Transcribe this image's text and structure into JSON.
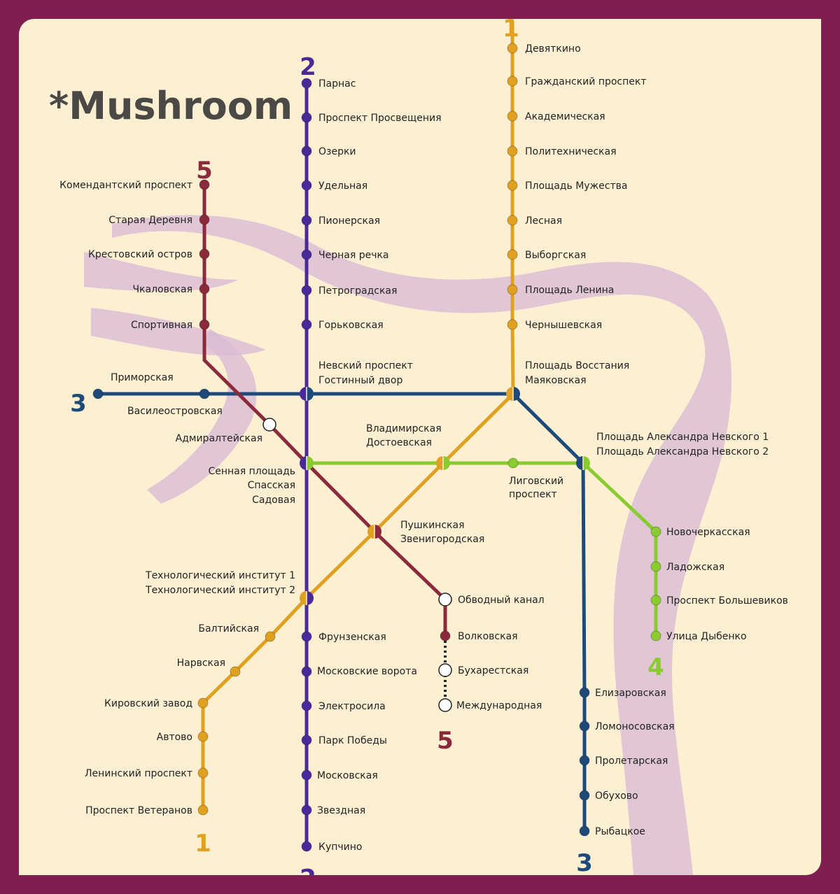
{
  "watermark": "*Mushroom",
  "colors": {
    "border": "#7e1f4f",
    "background": "#fdf0d2",
    "river": "#d9bcd6"
  },
  "lines": [
    {
      "number": "1",
      "color": "#e0a020",
      "stations": [
        "Девяткино",
        "Гражданский проспект",
        "Академическая",
        "Политехническая",
        "Площадь Мужества",
        "Лесная",
        "Выборгская",
        "Площадь Ленина",
        "Чернышевская",
        "Площадь Восстания",
        "Владимирская",
        "Пушкинская",
        "Технологический институт 1",
        "Балтийская",
        "Нарвская",
        "Кировский завод",
        "Автово",
        "Ленинский проспект",
        "Проспект Ветеранов"
      ]
    },
    {
      "number": "2",
      "color": "#4a2a9a",
      "stations": [
        "Парнас",
        "Проспект Просвещения",
        "Озерки",
        "Удельная",
        "Пионерская",
        "Черная речка",
        "Петроградская",
        "Горьковская",
        "Невский проспект",
        "Сенная площадь",
        "Технологический институт 2",
        "Фрунзенская",
        "Московские ворота",
        "Электросила",
        "Парк Победы",
        "Московская",
        "Звездная",
        "Купчино"
      ]
    },
    {
      "number": "3",
      "color": "#1e4a7a",
      "stations": [
        "Приморская",
        "Василеостровская",
        "Гостинный двор",
        "Маяковская",
        "Площадь Александра Невского 1",
        "Елизаровская",
        "Ломоносовская",
        "Пролетарская",
        "Обухово",
        "Рыбацкое"
      ]
    },
    {
      "number": "4",
      "color": "#8acc30",
      "stations": [
        "Спасская",
        "Достоевская",
        "Лиговский проспект",
        "Площадь Александра Невского 2",
        "Новочеркасская",
        "Ладожская",
        "Проспект Большевиков",
        "Улица Дыбенко"
      ]
    },
    {
      "number": "5",
      "color": "#8a2a3a",
      "stations": [
        "Комендантский проспект",
        "Старая Деревня",
        "Крестовский остров",
        "Чкаловская",
        "Спортивная",
        "Адмиралтейская",
        "Садовая",
        "Звенигородская",
        "Обводный канал",
        "Волковская",
        "Бухарестская",
        "Международная"
      ]
    }
  ],
  "open_stations": [
    "Адмиралтейская",
    "Обводный канал",
    "Бухарестская",
    "Международная"
  ]
}
